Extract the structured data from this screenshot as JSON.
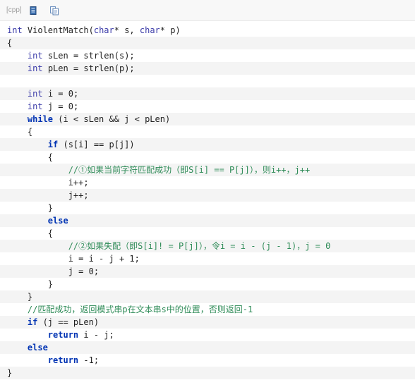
{
  "toolbar": {
    "language_label": "[cpp]",
    "icons": [
      "view-plain-icon",
      "copy-icon"
    ]
  },
  "colors": {
    "keyword": "#0033b3",
    "comment": "#2e8b57",
    "text": "#222222",
    "stripe": "#f4f4f4"
  },
  "code_lines": [
    [
      {
        "t": "kw-plain",
        "v": "int"
      },
      {
        "t": "tx",
        "v": " ViolentMatch("
      },
      {
        "t": "kw-plain",
        "v": "char"
      },
      {
        "t": "tx",
        "v": "* s, "
      },
      {
        "t": "kw-plain",
        "v": "char"
      },
      {
        "t": "tx",
        "v": "* p)"
      }
    ],
    [
      {
        "t": "tx",
        "v": "{"
      }
    ],
    [
      {
        "t": "tx",
        "v": "    "
      },
      {
        "t": "kw-plain",
        "v": "int"
      },
      {
        "t": "tx",
        "v": " sLen = strlen(s);"
      }
    ],
    [
      {
        "t": "tx",
        "v": "    "
      },
      {
        "t": "kw-plain",
        "v": "int"
      },
      {
        "t": "tx",
        "v": " pLen = strlen(p);"
      }
    ],
    [
      {
        "t": "tx",
        "v": ""
      }
    ],
    [
      {
        "t": "tx",
        "v": "    "
      },
      {
        "t": "kw-plain",
        "v": "int"
      },
      {
        "t": "tx",
        "v": " i = 0;"
      }
    ],
    [
      {
        "t": "tx",
        "v": "    "
      },
      {
        "t": "kw-plain",
        "v": "int"
      },
      {
        "t": "tx",
        "v": " j = 0;"
      }
    ],
    [
      {
        "t": "tx",
        "v": "    "
      },
      {
        "t": "kw",
        "v": "while"
      },
      {
        "t": "tx",
        "v": " (i < sLen && j < pLen)"
      }
    ],
    [
      {
        "t": "tx",
        "v": "    {"
      }
    ],
    [
      {
        "t": "tx",
        "v": "        "
      },
      {
        "t": "kw",
        "v": "if"
      },
      {
        "t": "tx",
        "v": " (s[i] == p[j])"
      }
    ],
    [
      {
        "t": "tx",
        "v": "        {"
      }
    ],
    [
      {
        "t": "tx",
        "v": "            "
      },
      {
        "t": "cm",
        "v": "//①如果当前字符匹配成功（即S[i] == P[j]），则i++，j++"
      }
    ],
    [
      {
        "t": "tx",
        "v": "            i++;"
      }
    ],
    [
      {
        "t": "tx",
        "v": "            j++;"
      }
    ],
    [
      {
        "t": "tx",
        "v": "        }"
      }
    ],
    [
      {
        "t": "tx",
        "v": "        "
      },
      {
        "t": "kw",
        "v": "else"
      }
    ],
    [
      {
        "t": "tx",
        "v": "        {"
      }
    ],
    [
      {
        "t": "tx",
        "v": "            "
      },
      {
        "t": "cm",
        "v": "//②如果失配（即S[i]! = P[j]），令i = i - (j - 1)，j = 0"
      }
    ],
    [
      {
        "t": "tx",
        "v": "            i = i - j + 1;"
      }
    ],
    [
      {
        "t": "tx",
        "v": "            j = 0;"
      }
    ],
    [
      {
        "t": "tx",
        "v": "        }"
      }
    ],
    [
      {
        "t": "tx",
        "v": "    }"
      }
    ],
    [
      {
        "t": "tx",
        "v": "    "
      },
      {
        "t": "cm",
        "v": "//匹配成功，返回模式串p在文本串s中的位置，否则返回-1"
      }
    ],
    [
      {
        "t": "tx",
        "v": "    "
      },
      {
        "t": "kw",
        "v": "if"
      },
      {
        "t": "tx",
        "v": " (j == pLen)"
      }
    ],
    [
      {
        "t": "tx",
        "v": "        "
      },
      {
        "t": "kw",
        "v": "return"
      },
      {
        "t": "tx",
        "v": " i - j;"
      }
    ],
    [
      {
        "t": "tx",
        "v": "    "
      },
      {
        "t": "kw",
        "v": "else"
      }
    ],
    [
      {
        "t": "tx",
        "v": "        "
      },
      {
        "t": "kw",
        "v": "return"
      },
      {
        "t": "tx",
        "v": " -1;"
      }
    ],
    [
      {
        "t": "tx",
        "v": "}"
      }
    ]
  ]
}
